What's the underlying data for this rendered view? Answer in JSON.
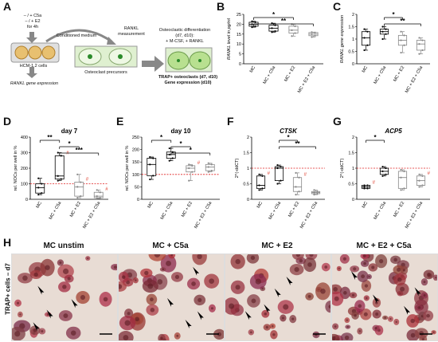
{
  "panels": {
    "A": {
      "letter": "A",
      "inputs": [
        "– / + C5a",
        "– / + E2",
        "for 4h"
      ],
      "cells": "HCM-1.2 cells",
      "cells_gene": "RANKL gene expression",
      "conditioned": "Conditioned medium",
      "rankl": [
        "RANKL",
        "measurement"
      ],
      "precursors": "Osteoclast precursors",
      "diff": [
        "Osteoclastic differentiation",
        "(d7, d10):",
        "+ M-CSF, + RANKL"
      ],
      "trap": [
        "TRAP+ osteoclasts (d7, d10)",
        "Gene expression (d10)"
      ]
    },
    "B": {
      "letter": "B"
    },
    "C": {
      "letter": "C"
    },
    "D": {
      "letter": "D"
    },
    "E": {
      "letter": "E"
    },
    "F": {
      "letter": "F"
    },
    "G": {
      "letter": "G"
    },
    "H": {
      "letter": "H"
    }
  },
  "chart_data": [
    {
      "id": "B",
      "type": "box",
      "ylabel": "RANKL level in pg/ml",
      "ylim": [
        0,
        25
      ],
      "yticks": [
        0,
        5,
        10,
        15,
        20,
        25
      ],
      "categories": [
        "MC",
        "MC + C5a",
        "MC + E2",
        "MC + E2 + C5a"
      ],
      "medians": [
        20,
        18,
        17,
        15
      ],
      "q1": [
        19,
        16.5,
        15.5,
        14.2
      ],
      "q3": [
        21,
        19.5,
        19,
        15.8
      ],
      "mins": [
        18.5,
        16,
        14,
        13.5
      ],
      "maxs": [
        21.5,
        20.5,
        20,
        16
      ],
      "sig": [
        {
          "from": 0,
          "to": 2,
          "label": "*"
        },
        {
          "from": 0,
          "to": 3,
          "label": "**"
        }
      ],
      "hashes": [],
      "refline": null
    },
    {
      "id": "C",
      "type": "box",
      "ylabel": "RANKL gene expression",
      "ylim": [
        0,
        2.0
      ],
      "yticks": [
        0,
        0.5,
        1.0,
        1.5,
        2.0
      ],
      "categories": [
        "MC",
        "MC + C5a",
        "MC + E2",
        "MC + E2 + C5a"
      ],
      "medians": [
        1.05,
        1.3,
        0.95,
        0.8
      ],
      "q1": [
        0.75,
        1.2,
        0.75,
        0.55
      ],
      "q3": [
        1.3,
        1.4,
        1.15,
        0.95
      ],
      "mins": [
        0.55,
        1.0,
        0.45,
        0.4
      ],
      "maxs": [
        1.4,
        1.5,
        1.3,
        1.05
      ],
      "sig": [
        {
          "from": 1,
          "to": 2,
          "label": "*"
        },
        {
          "from": 1,
          "to": 3,
          "label": "**"
        }
      ],
      "hashes": [],
      "refline": null
    },
    {
      "id": "D",
      "type": "box",
      "title": "day 7",
      "ylabel": "rel. NOCs per well in %",
      "ylim": [
        0,
        400
      ],
      "yticks": [
        0,
        100,
        200,
        300,
        400
      ],
      "categories": [
        "MC",
        "MC + C5a",
        "MC + E2",
        "MC + E2 + C5a"
      ],
      "medians": [
        75,
        150,
        80,
        20
      ],
      "q1": [
        40,
        130,
        20,
        10
      ],
      "q3": [
        100,
        280,
        110,
        45
      ],
      "mins": [
        30,
        120,
        10,
        5
      ],
      "maxs": [
        135,
        300,
        160,
        60
      ],
      "sig": [
        {
          "from": 0,
          "to": 1,
          "label": "**"
        },
        {
          "from": 1,
          "to": 2,
          "label": "*"
        },
        {
          "from": 1,
          "to": 3,
          "label": "***"
        }
      ],
      "hashes": [
        1,
        2,
        3
      ],
      "refline": 100
    },
    {
      "id": "E",
      "type": "box",
      "title": "day 10",
      "ylabel": "rel. NOCs per well in %",
      "ylim": [
        0,
        250
      ],
      "yticks": [
        0,
        50,
        100,
        150,
        200,
        250
      ],
      "categories": [
        "MC",
        "MC + C5a",
        "MC + E2",
        "MC + E2 + C5a"
      ],
      "medians": [
        140,
        180,
        125,
        130
      ],
      "q1": [
        95,
        165,
        110,
        115
      ],
      "q3": [
        165,
        190,
        135,
        140
      ],
      "mins": [
        80,
        155,
        75,
        110
      ],
      "maxs": [
        170,
        205,
        140,
        145
      ],
      "sig": [
        {
          "from": 0,
          "to": 1,
          "label": "*"
        },
        {
          "from": 1,
          "to": 2,
          "label": "*"
        },
        {
          "from": 1,
          "to": 3,
          "label": "*"
        }
      ],
      "hashes": [
        2
      ],
      "refline": 100
    },
    {
      "id": "F",
      "type": "box",
      "title": "CTSK",
      "ylabel": "2^(-ddCT)",
      "ylim": [
        0,
        2.0
      ],
      "yticks": [
        0,
        0.5,
        1.0,
        1.5,
        2.0
      ],
      "categories": [
        "MC",
        "MC + C5a",
        "MC + E2",
        "MC + E2 + C5a"
      ],
      "medians": [
        0.45,
        1.0,
        0.4,
        0.22
      ],
      "q1": [
        0.35,
        0.6,
        0.25,
        0.18
      ],
      "q3": [
        0.75,
        1.05,
        0.7,
        0.25
      ],
      "mins": [
        0.3,
        0.5,
        0.15,
        0.15
      ],
      "maxs": [
        0.8,
        1.1,
        0.85,
        0.3
      ],
      "sig": [
        {
          "from": 1,
          "to": 2,
          "label": "*"
        },
        {
          "from": 1,
          "to": 3,
          "label": "**"
        }
      ],
      "hashes": [
        0,
        2
      ],
      "refline": 1.0
    },
    {
      "id": "G",
      "type": "box",
      "title": "ACP5",
      "ylabel": "2^(-ddCT)",
      "ylim": [
        0,
        2.0
      ],
      "yticks": [
        0,
        0.5,
        1.0,
        1.5,
        2.0
      ],
      "categories": [
        "MC",
        "MC + C5a",
        "MC + E2",
        "MC + E2 + C5a"
      ],
      "medians": [
        0.4,
        0.9,
        0.7,
        0.6
      ],
      "q1": [
        0.35,
        0.8,
        0.35,
        0.45
      ],
      "q3": [
        0.45,
        1.0,
        0.9,
        0.75
      ],
      "mins": [
        0.35,
        0.75,
        0.3,
        0.4
      ],
      "maxs": [
        0.45,
        1.05,
        0.95,
        0.8
      ],
      "sig": [
        {
          "from": 0,
          "to": 1,
          "label": "*"
        }
      ],
      "hashes": [
        0,
        3
      ],
      "refline": 1.0
    }
  ],
  "images": {
    "ylabel": "TRAP+ cells – d7",
    "titles": [
      "MC unstim",
      "MC + C5a",
      "MC + E2",
      "MC + E2 + C5a"
    ]
  },
  "colors": {
    "ref": "#e02020",
    "box_dark": "#000000",
    "box_grey": "#888888",
    "hash": "#e04030"
  }
}
